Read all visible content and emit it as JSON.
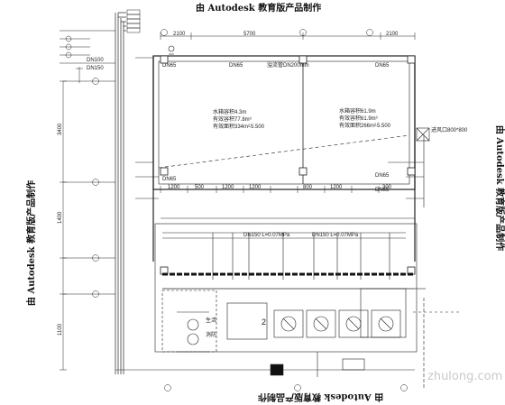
{
  "watermarks": {
    "top": "由 Autodesk 教育版产品制作",
    "bottom": "由 Autodesk 教育版产品制作",
    "left": "由 Autodesk 教育版产品制作",
    "right": "由 Autodesk 教育版产品制作"
  },
  "site_mark": "zhulong.com",
  "dimensions": {
    "top_total": "5700",
    "top_left": "2100",
    "top_right": "2100",
    "mid_row": [
      "1200",
      "500",
      "1200",
      "1200",
      "800",
      "1200",
      "300"
    ],
    "left_upper": "3400",
    "left_lower": "1400",
    "left_bottom": "1100"
  },
  "pipes": {
    "dn65_a": "DN65",
    "dn65_b": "DN65",
    "dn65_c": "DN65",
    "dn65_d": "DN65",
    "dn65_e": "DN65",
    "dn65_f": "DN65",
    "dn100": "DN100",
    "dn150": "DN150",
    "overflow": "溢流管DN200mm",
    "duct": "进风口800*800"
  },
  "tanks": {
    "left": {
      "line1": "水箱容积4.3m",
      "line2": "有效容积77.8m³",
      "line3": "有效面积334m²",
      "level": "-5.500"
    },
    "right": {
      "line1": "水箱容积61.9m",
      "line2": "有效容积61.9m³",
      "line3": "有效面积266m²",
      "level": "-5.500"
    }
  },
  "pump_room": {
    "header_left": "DN150 L=0.07MPa",
    "header_right": "DN150 L=0.07MPa",
    "pump_mark": "2",
    "valve_label_a": "生活",
    "valve_label_b": "消防"
  },
  "colors": {
    "line": "#222222",
    "fill_dark": "#111111"
  }
}
